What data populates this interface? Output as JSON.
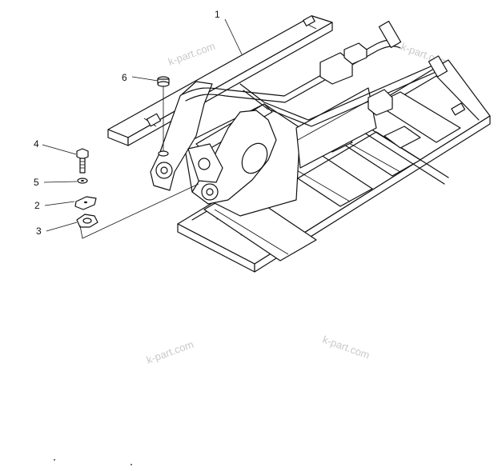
{
  "callouts": [
    {
      "number": "1"
    },
    {
      "number": "2"
    },
    {
      "number": "3"
    },
    {
      "number": "4"
    },
    {
      "number": "5"
    },
    {
      "number": "6"
    }
  ],
  "watermarks": [
    "k-part.com",
    "k-part.com",
    "k-part.com",
    "k-part.com"
  ]
}
